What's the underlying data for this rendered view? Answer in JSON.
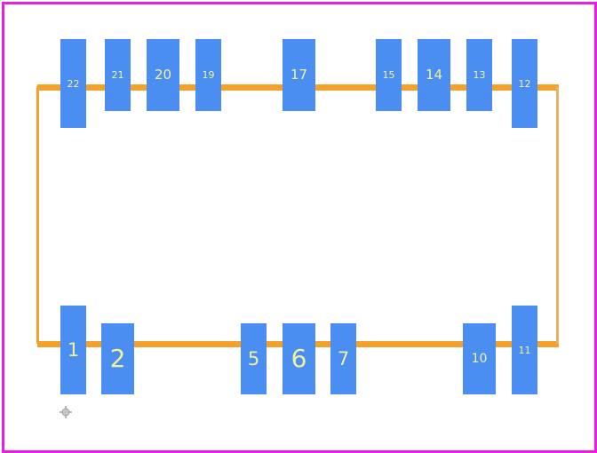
{
  "diagram": {
    "colors": {
      "board_border": "#e81ee6",
      "outline": "#f3a12a",
      "pad_fill": "#4a8ef1",
      "pad_label": "#f2f09a",
      "origin_marker": "#a0a0a0"
    },
    "origin_marker_icon": "crosshair-origin-icon",
    "pads": [
      {
        "id": "pad-1",
        "label": "1"
      },
      {
        "id": "pad-2",
        "label": "2"
      },
      {
        "id": "pad-5",
        "label": "5"
      },
      {
        "id": "pad-6",
        "label": "6"
      },
      {
        "id": "pad-7",
        "label": "7"
      },
      {
        "id": "pad-10",
        "label": "10"
      },
      {
        "id": "pad-11",
        "label": "11"
      },
      {
        "id": "pad-12",
        "label": "12"
      },
      {
        "id": "pad-13",
        "label": "13"
      },
      {
        "id": "pad-14",
        "label": "14"
      },
      {
        "id": "pad-15",
        "label": "15"
      },
      {
        "id": "pad-17",
        "label": "17"
      },
      {
        "id": "pad-19",
        "label": "19"
      },
      {
        "id": "pad-20",
        "label": "20"
      },
      {
        "id": "pad-21",
        "label": "21"
      },
      {
        "id": "pad-22",
        "label": "22"
      }
    ]
  }
}
